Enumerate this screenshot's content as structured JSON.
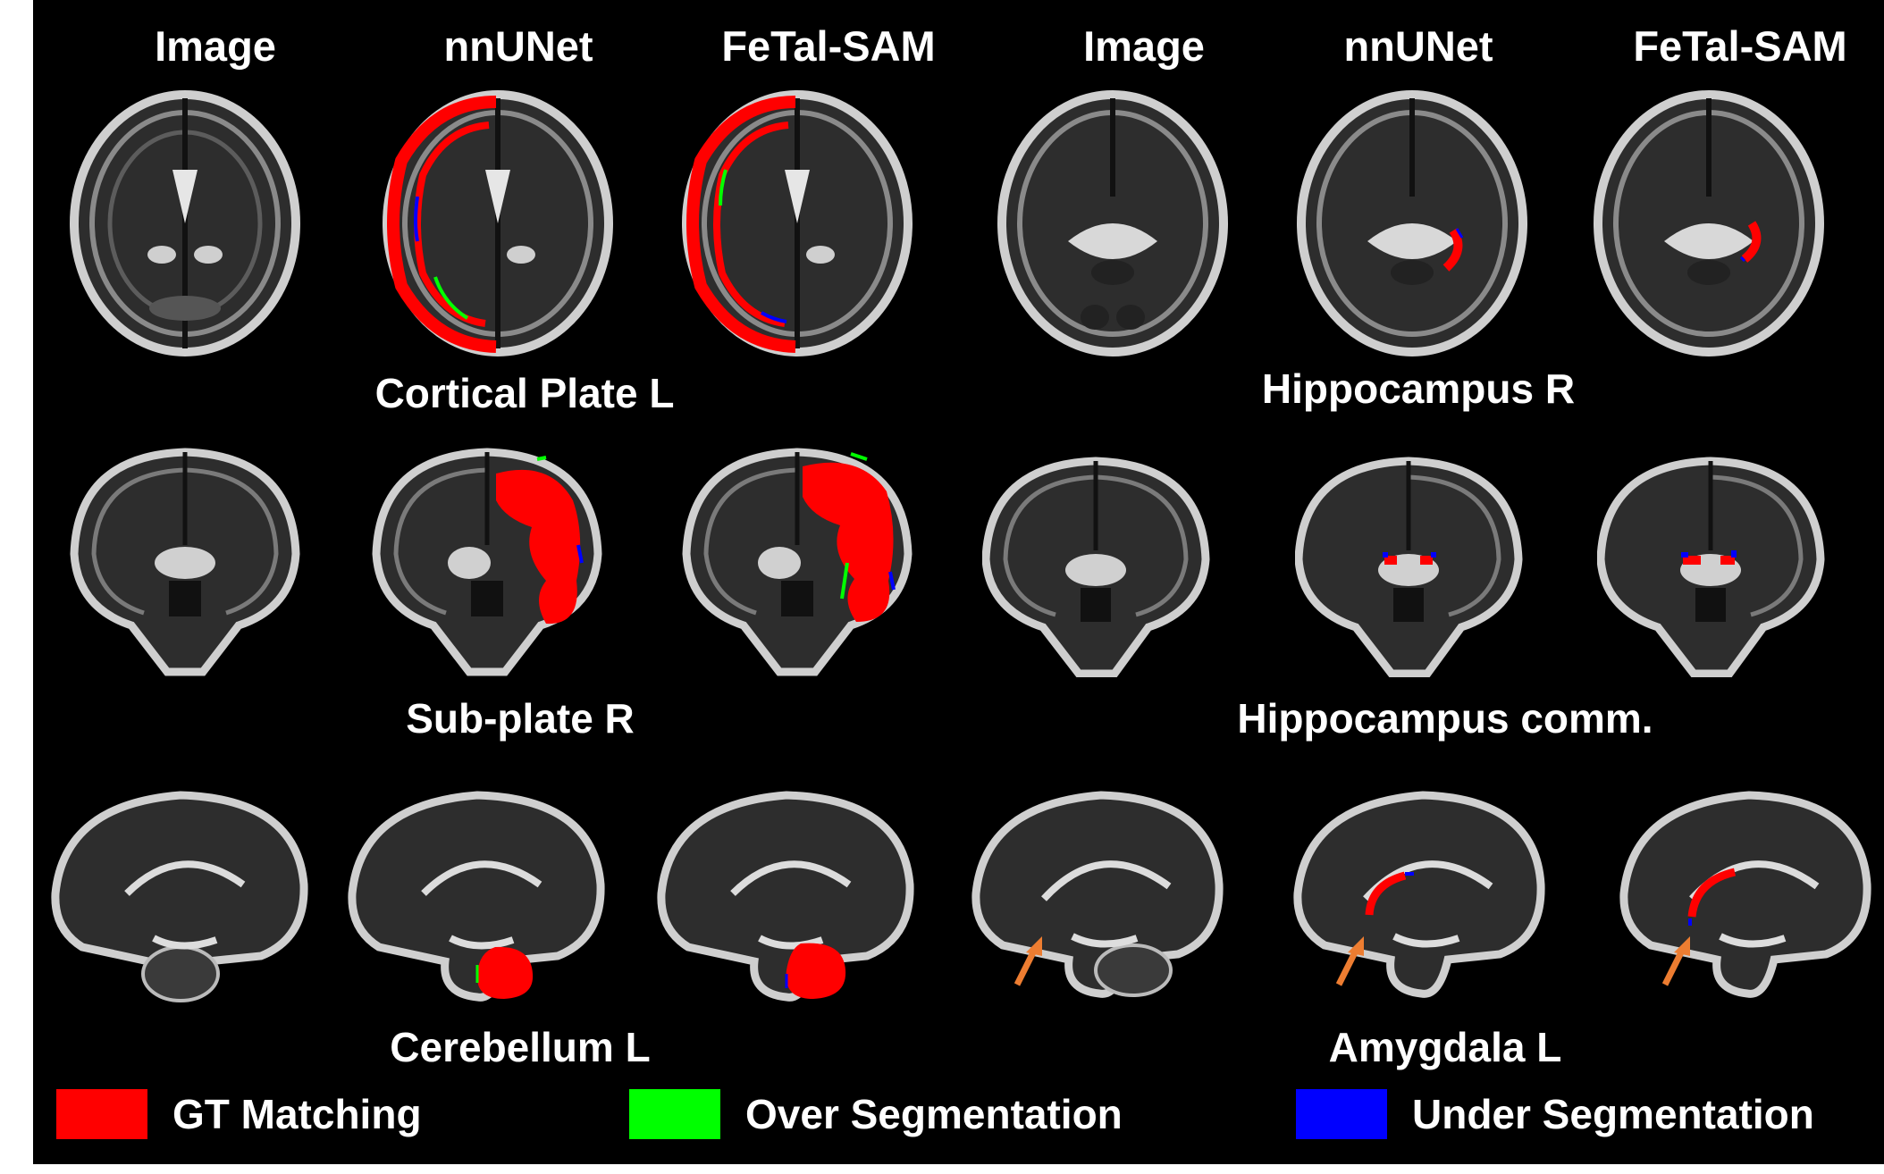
{
  "headers": {
    "left": [
      "Image",
      "nnUNet",
      "FeTal-SAM"
    ],
    "right": [
      "Image",
      "nnUNet",
      "FeTal-SAM"
    ]
  },
  "captions": {
    "cortical_plate": "Cortical Plate L",
    "hippocampus_r": "Hippocampus R",
    "sub_plate": "Sub-plate R",
    "hippocampus_comm": "Hippocampus comm.",
    "cerebellum": "Cerebellum L",
    "amygdala": "Amygdala L"
  },
  "legend": [
    {
      "label": "GT Matching",
      "color": "#ff0000"
    },
    {
      "label": "Over Segmentation",
      "color": "#00ff00"
    },
    {
      "label": "Under Segmentation",
      "color": "#0000ff"
    }
  ],
  "colors": {
    "background": "#000000",
    "text": "#ffffff",
    "arrow": "#ed7d31"
  }
}
